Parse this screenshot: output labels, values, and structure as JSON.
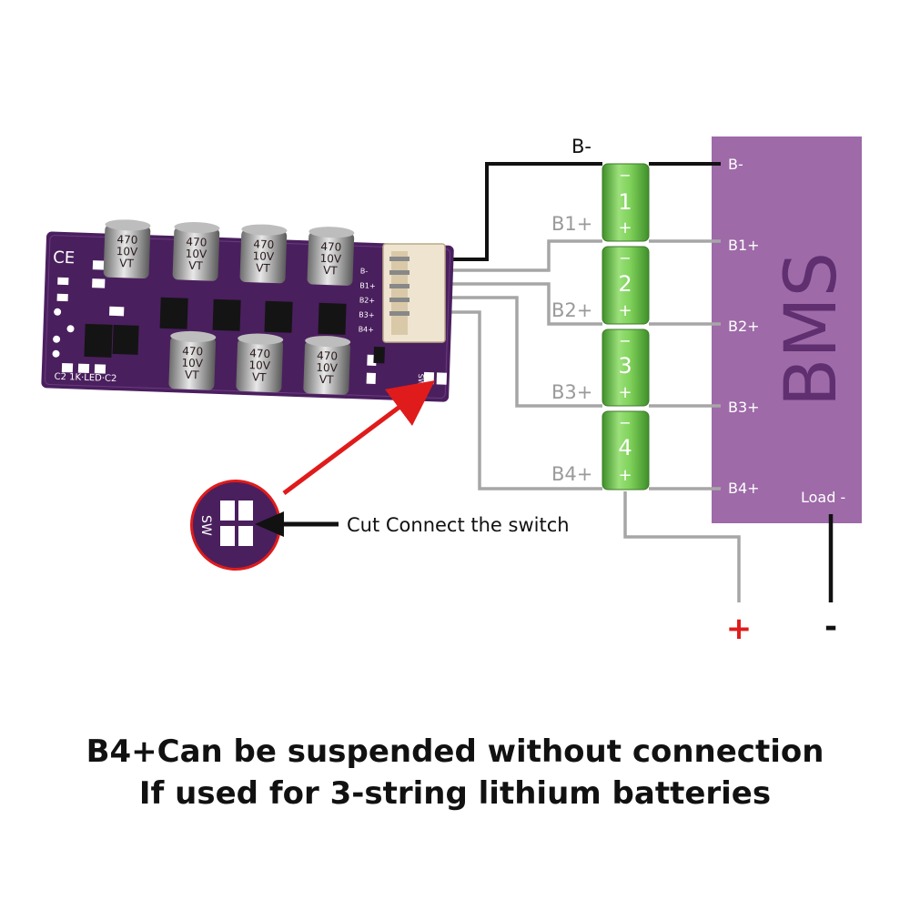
{
  "colors": {
    "bms_fill": "#9e6aa8",
    "bms_text": "#5f2f6f",
    "battery": "#7fd15a",
    "wire_gray": "#a6a6a6",
    "wire_black": "#111111",
    "pcb": "#4a1f5e",
    "arrow_red": "#e01b1b"
  },
  "bms": {
    "title": "BMS",
    "terminals": [
      "B-",
      "B1+",
      "B2+",
      "B3+",
      "B4+"
    ],
    "load_label": "Load -"
  },
  "batteries": {
    "top_wire_label": "B-",
    "cells": [
      {
        "number": "1",
        "neg": "−",
        "pos": "+",
        "tap_label": "B1+"
      },
      {
        "number": "2",
        "neg": "−",
        "pos": "+",
        "tap_label": "B2+"
      },
      {
        "number": "3",
        "neg": "−",
        "pos": "+",
        "tap_label": "B3+"
      },
      {
        "number": "4",
        "neg": "−",
        "pos": "+",
        "tap_label": "B4+"
      }
    ]
  },
  "output": {
    "plus": "+",
    "minus": "-"
  },
  "board": {
    "capacitor_text": [
      "470",
      "10V",
      "VT"
    ],
    "silk_ce": "CE",
    "silk_bottom": "C2  1K·LED·C2",
    "connector_pins": [
      "B-",
      "B1+",
      "B2+",
      "B3+",
      "B4+"
    ],
    "switch_label": "SW"
  },
  "callout": {
    "text": "Cut Connect the switch",
    "zoom_label": "SW"
  },
  "caption": {
    "line1": "B4+Can be suspended without connection",
    "line2": "If used for 3-string lithium batteries"
  }
}
